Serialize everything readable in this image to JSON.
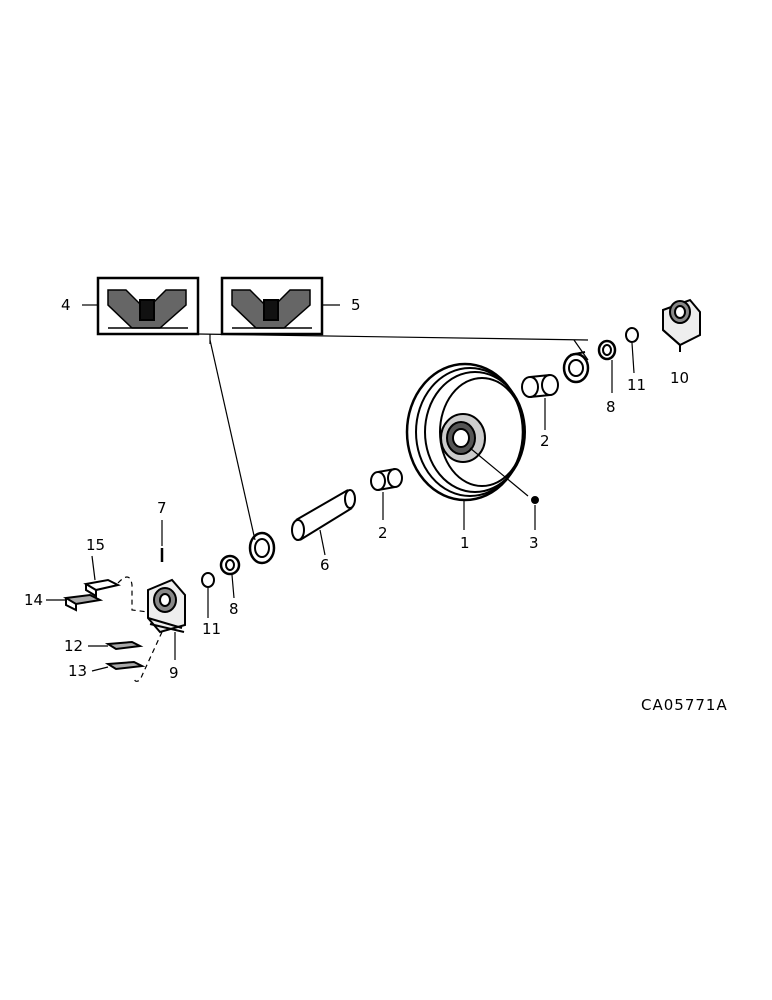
{
  "diagram": {
    "drawing_code": "CA05771A",
    "callouts": [
      "1",
      "2",
      "2",
      "3",
      "4",
      "5",
      "6",
      "7",
      "8",
      "8",
      "9",
      "10",
      "11",
      "11",
      "12",
      "13",
      "14",
      "15"
    ]
  }
}
